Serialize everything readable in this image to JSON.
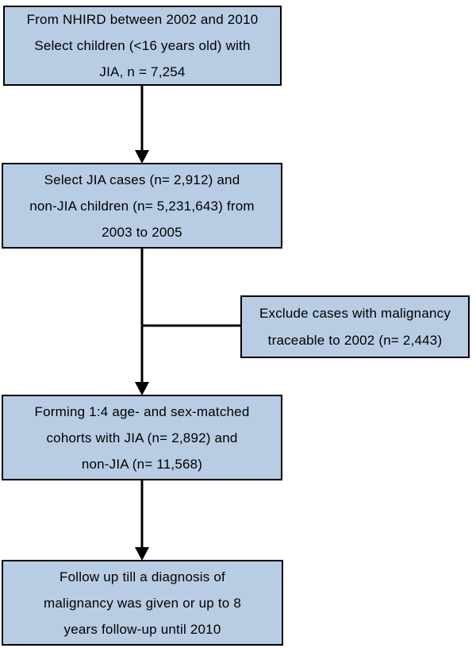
{
  "flowchart": {
    "colors": {
      "box_fill": "#b8cce4",
      "box_border": "#000000",
      "connector": "#000000",
      "text": "#000000",
      "background": "#ffffff"
    },
    "boxes": [
      {
        "id": "nhird-selection",
        "lines": [
          "From NHIRD between 2002 and 2010",
          "Select children (<16 years old) with",
          "JIA, n = 7,254"
        ]
      },
      {
        "id": "select-jia-cases",
        "lines": [
          "Select JIA cases (n= 2,912) and",
          "non-JIA children (n= 5,231,643) from",
          "2003 to 2005"
        ]
      },
      {
        "id": "exclude-malignancy",
        "lines": [
          "Exclude cases with malignancy",
          "traceable to 2002 (n= 2,443)"
        ]
      },
      {
        "id": "matched-cohorts",
        "lines": [
          "Forming 1:4 age- and sex-matched",
          "cohorts with JIA (n= 2,892) and",
          "non-JIA (n= 11,568)"
        ]
      },
      {
        "id": "follow-up",
        "lines": [
          "Follow up till a diagnosis of",
          "malignancy was given or up to 8",
          "years follow-up until 2010"
        ]
      }
    ]
  }
}
